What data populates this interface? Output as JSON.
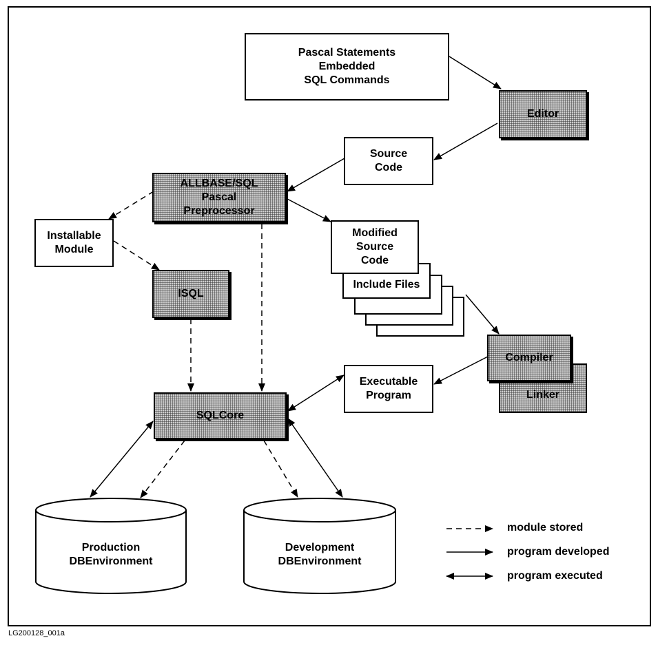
{
  "boxes": {
    "pascal": "Pascal Statements\nEmbedded\nSQL Commands",
    "editor": "Editor",
    "source": "Source\nCode",
    "preprocessor": "ALLBASE/SQL\nPascal\nPreprocessor",
    "installable": "Installable\nModule",
    "isql": "ISQL",
    "modified": "Modified\nSource\nCode",
    "include": "Include Files",
    "compiler": "Compiler",
    "linker": "Linker",
    "executable": "Executable\nProgram",
    "sqlcore": "SQLCore"
  },
  "databases": {
    "production": "Production\nDBEnvironment",
    "development": "Development\nDBEnvironment"
  },
  "legend": {
    "dashed": "module stored",
    "solid": "program developed",
    "double": "program executed"
  },
  "footer": "LG200128_001a",
  "colors": {
    "shaded": "#a9a9a9",
    "line": "#000000"
  }
}
